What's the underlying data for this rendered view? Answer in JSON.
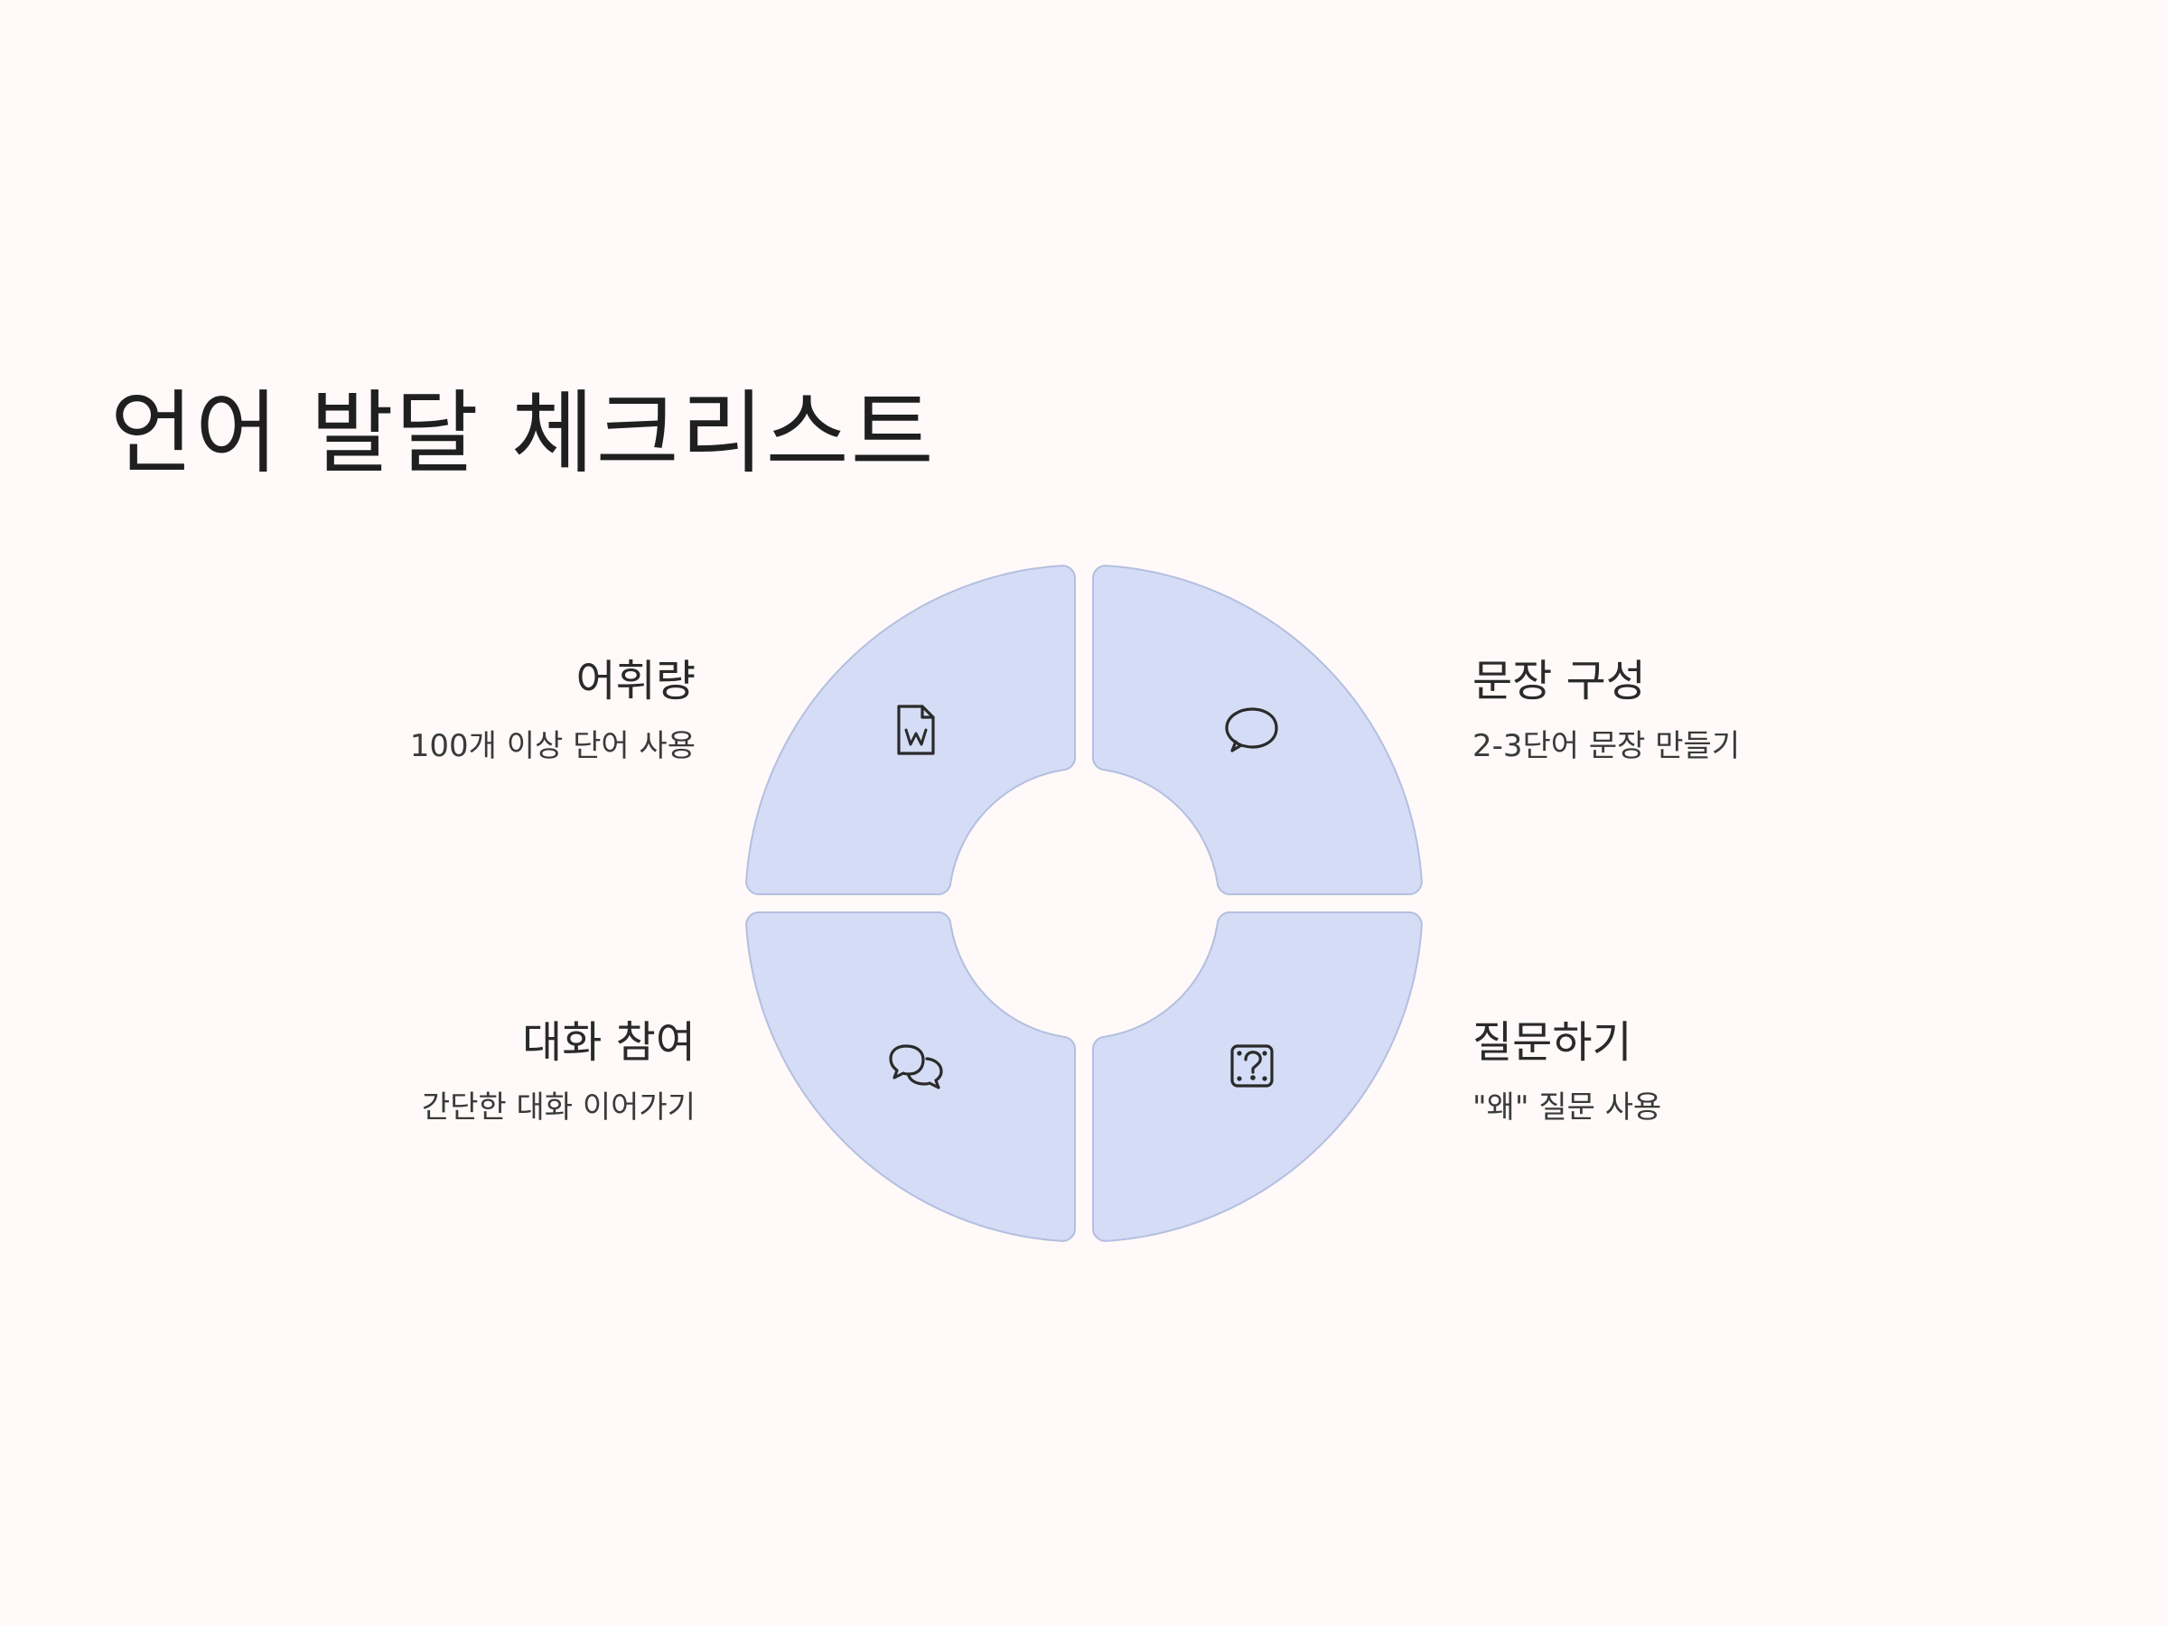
{
  "title": "언어 발달 체크리스트",
  "colors": {
    "background": "#fffaf9",
    "segment_fill": "#d4ddf5",
    "segment_stroke": "#b4bfe0",
    "icon_stroke": "#2a2a2a",
    "text": "#262626"
  },
  "quadrants": [
    {
      "id": "vocab",
      "title": "어휘량",
      "description": "100개 이상 단어 사용",
      "icon": "word-document-icon",
      "position": "top-left"
    },
    {
      "id": "sentence",
      "title": "문장 구성",
      "description": "2-3단어 문장 만들기",
      "icon": "speech-bubble-icon",
      "position": "top-right"
    },
    {
      "id": "conversation",
      "title": "대화 참여",
      "description": "간단한 대화 이어가기",
      "icon": "chat-bubbles-icon",
      "position": "bottom-left"
    },
    {
      "id": "question",
      "title": "질문하기",
      "description": "\"왜\" 질문 사용",
      "icon": "question-box-icon",
      "position": "bottom-right"
    }
  ]
}
